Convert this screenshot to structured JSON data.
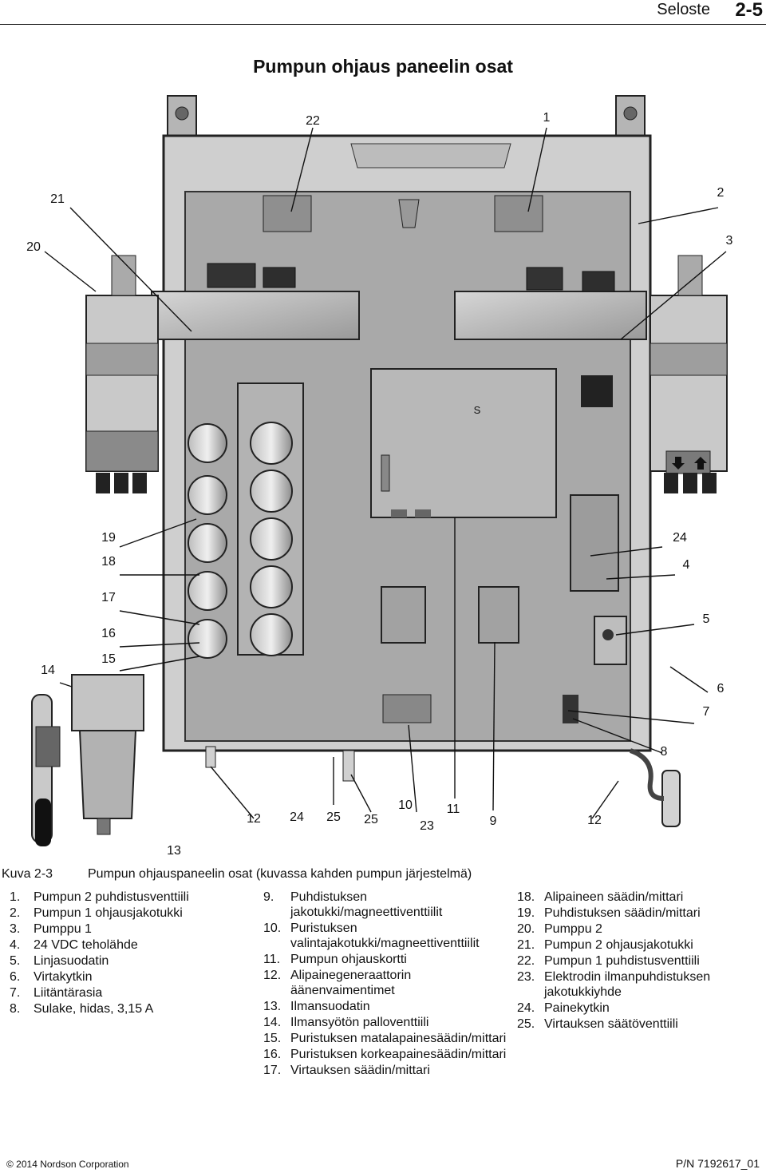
{
  "header": {
    "section": "Seloste",
    "page": "2-5"
  },
  "page_title": "Pumpun ohjaus paneelin osat",
  "callouts": [
    "22",
    "1",
    "21",
    "2",
    "20",
    "3",
    "19",
    "24",
    "18",
    "4",
    "17",
    "5",
    "16",
    "15",
    "14",
    "6",
    "7",
    "8",
    "12",
    "24",
    "25",
    "25",
    "10",
    "23",
    "11",
    "9",
    "12",
    "13"
  ],
  "caption": {
    "number": "Kuva 2-3",
    "text": "Pumpun ohjauspaneelin osat (kuvassa kahden pumpun järjestelmä)"
  },
  "legend": {
    "col1": [
      {
        "n": "1.",
        "t": "Pumpun 2 puhdistusventtiili"
      },
      {
        "n": "2.",
        "t": "Pumpun 1 ohjausjakotukki"
      },
      {
        "n": "3.",
        "t": "Pumppu 1"
      },
      {
        "n": "4.",
        "t": "24 VDC teholähde"
      },
      {
        "n": "5.",
        "t": "Linjasuodatin"
      },
      {
        "n": "6.",
        "t": "Virtakytkin"
      },
      {
        "n": "7.",
        "t": "Liitäntärasia"
      },
      {
        "n": "8.",
        "t": "Sulake, hidas, 3,15 A"
      }
    ],
    "col2": [
      {
        "n": "9.",
        "t": "Puhdistuksen jakotukki/magneettiventtiilit"
      },
      {
        "n": "10.",
        "t": "Puristuksen valintajakotukki/magneettiventtiilit"
      },
      {
        "n": "11.",
        "t": "Pumpun ohjauskortti"
      },
      {
        "n": "12.",
        "t": "Alipainegeneraattorin äänenvaimentimet"
      },
      {
        "n": "13.",
        "t": "Ilmansuodatin"
      },
      {
        "n": "14.",
        "t": "Ilmansyötön palloventtiili"
      },
      {
        "n": "15.",
        "t": "Puristuksen matalapainesäädin/mittari"
      },
      {
        "n": "16.",
        "t": "Puristuksen korkeapainesäädin/mittari"
      },
      {
        "n": "17.",
        "t": "Virtauksen säädin/mittari"
      }
    ],
    "col3": [
      {
        "n": "18.",
        "t": "Alipaineen säädin/mittari"
      },
      {
        "n": "19.",
        "t": "Puhdistuksen säädin/mittari"
      },
      {
        "n": "20.",
        "t": "Pumppu 2"
      },
      {
        "n": "21.",
        "t": "Pumpun 2 ohjausjakotukki"
      },
      {
        "n": "22.",
        "t": "Pumpun 1 puhdistusventtiili"
      },
      {
        "n": "23.",
        "t": "Elektrodin ilmanpuhdistuksen jakotukkiyhde"
      },
      {
        "n": "24.",
        "t": "Painekytkin"
      },
      {
        "n": "25.",
        "t": "Virtauksen säätöventtiili"
      }
    ]
  },
  "board_text": {
    "pcb_mark": "S"
  },
  "footer": {
    "left": "© 2014 Nordson Corporation",
    "right": "P/N 7192617_01"
  }
}
